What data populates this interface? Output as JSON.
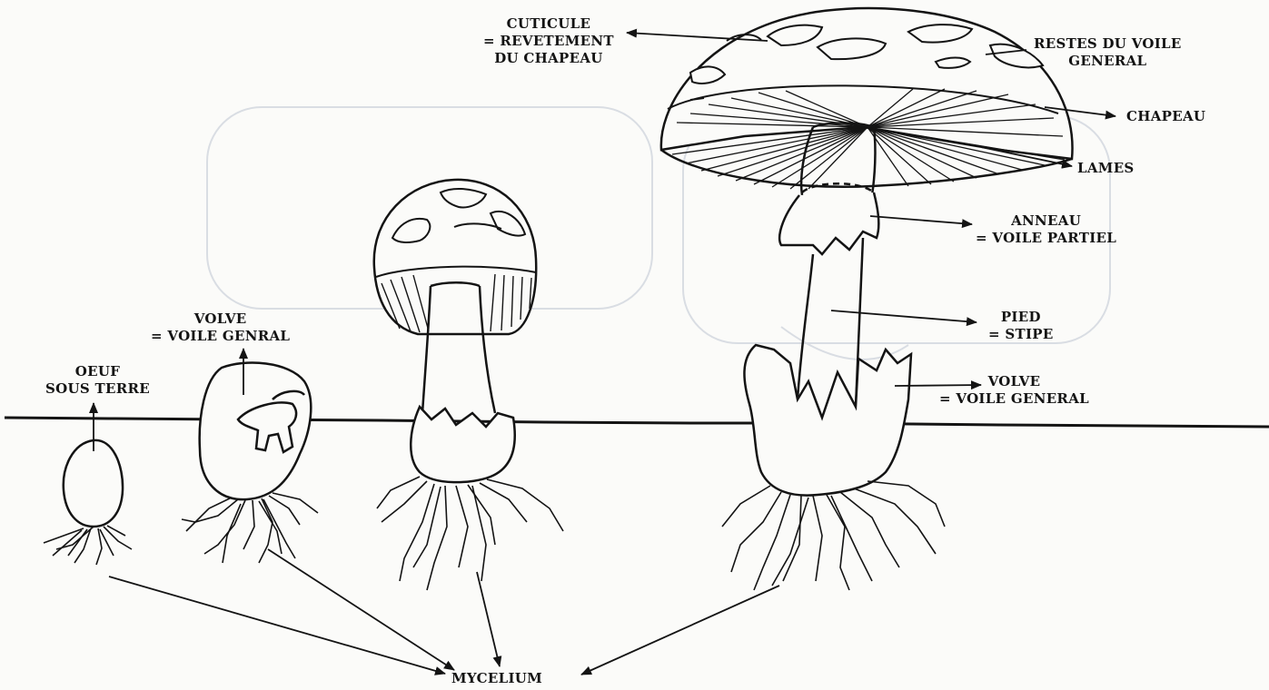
{
  "labels": {
    "cuticule": [
      "CUTICULE",
      "= REVETEMENT",
      "DU CHAPEAU"
    ],
    "restes": [
      "RESTES DU VOILE",
      "GENERAL"
    ],
    "chapeau": "CHAPEAU",
    "lames": "LAMES",
    "anneau": [
      "ANNEAU",
      "= VOILE PARTIEL"
    ],
    "pied": [
      "PIED",
      "= STIPE"
    ],
    "volve_right": [
      "VOLVE",
      "= VOILE GENERAL"
    ],
    "volve_left": [
      "VOLVE",
      "= VOILE GENRAL"
    ],
    "oeuf": [
      "OEUF",
      "SOUS TERRE"
    ],
    "mycelium": "MYCELIUM"
  },
  "colors": {
    "ink": "#141414",
    "paper": "#fbfbf9",
    "faint": "#d9dde3"
  }
}
